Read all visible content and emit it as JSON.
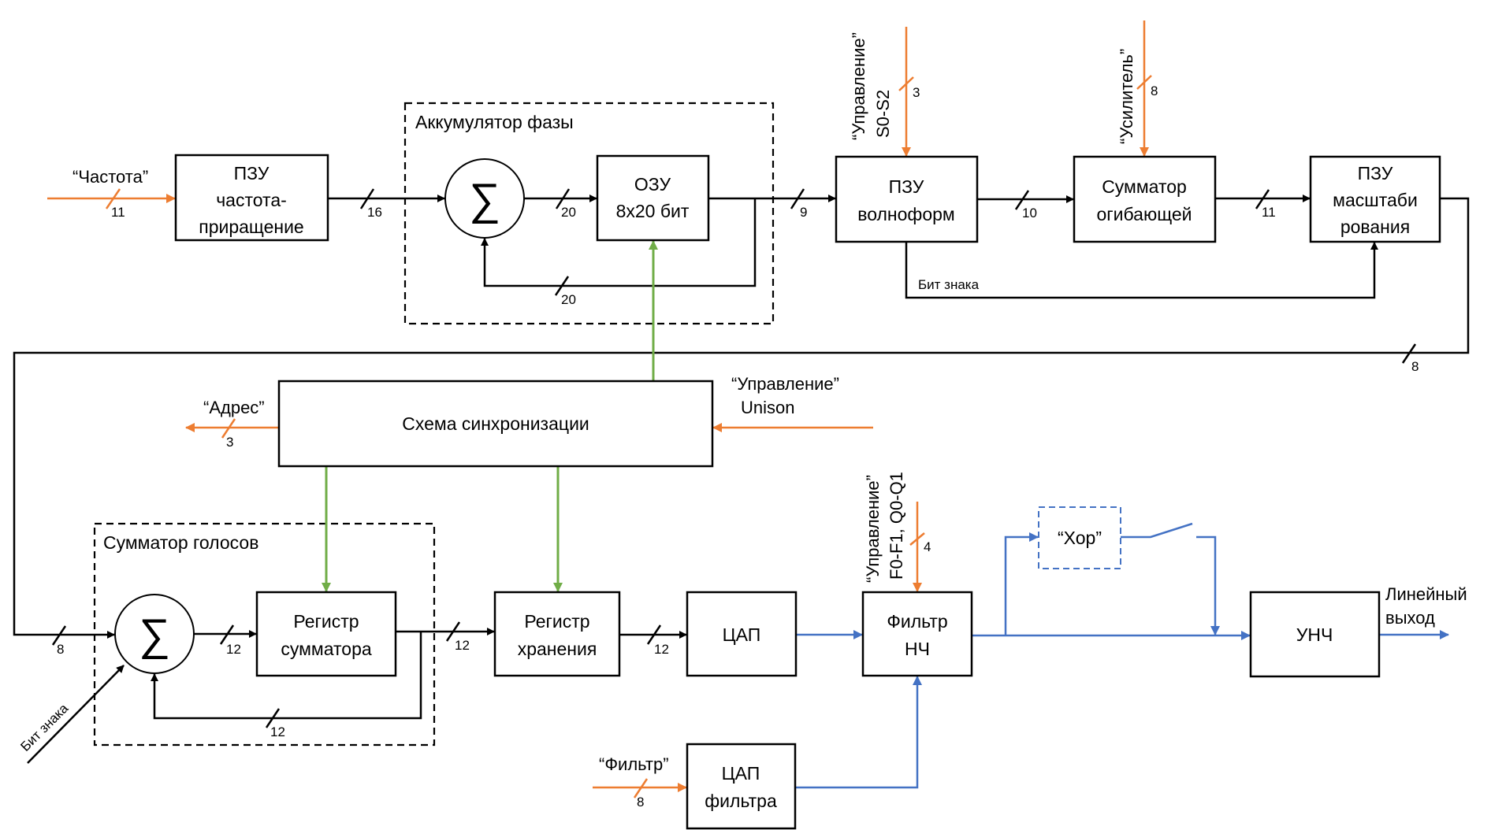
{
  "colors": {
    "control": "#ed7d31",
    "sync": "#70ad47",
    "analog": "#4472c4",
    "digital": "#000000"
  },
  "blocks": {
    "rom_freq": [
      "ПЗУ",
      "частота-",
      "приращение"
    ],
    "ram": [
      "ОЗУ",
      "8х20 бит"
    ],
    "rom_wave": [
      "ПЗУ",
      "волноформ"
    ],
    "env_adder": [
      "Сумматор",
      "огибающей"
    ],
    "rom_scale": [
      "ПЗУ",
      "масштаби",
      "рования"
    ],
    "sync": "Схема синхронизации",
    "reg_sum": [
      "Регистр",
      "сумматора"
    ],
    "reg_store": [
      "Регистр",
      "хранения"
    ],
    "dac": "ЦАП",
    "lpf": [
      "Фильтр",
      "НЧ"
    ],
    "dac_filter": [
      "ЦАП",
      "фильтра"
    ],
    "chorus": "“Хор”",
    "amp": "УНЧ"
  },
  "groups": {
    "phase_acc": "Аккумулятор фазы",
    "voice_sum": "Сумматор голосов"
  },
  "signals": {
    "freq": "“Частота”",
    "ctrl_s": [
      "“Управление”",
      "S0-S2"
    ],
    "gain": "“Усилитель”",
    "address": "“Адрес”",
    "ctrl_unison": [
      "“Управление”",
      "Unison"
    ],
    "ctrl_f": [
      "“Управление”",
      "F0-F1, Q0-Q1"
    ],
    "filter": "“Фильтр”",
    "sign_bit": "Бит знака",
    "line_out": [
      "Линейный",
      "выход"
    ]
  },
  "bus_widths": {
    "freq": "11",
    "rom_out": "16",
    "sum_out": "20",
    "feedback": "20",
    "ram_out": "9",
    "ctrl_s": "3",
    "gain": "8",
    "wave_out": "10",
    "env_out": "11",
    "scale_out": "8",
    "address": "3",
    "voice_in": "8",
    "sum2_out": "12",
    "sum2_fb": "12",
    "reg_out": "12",
    "store_out": "12",
    "ctrl_f": "4",
    "filter": "8"
  },
  "sigma": "∑"
}
